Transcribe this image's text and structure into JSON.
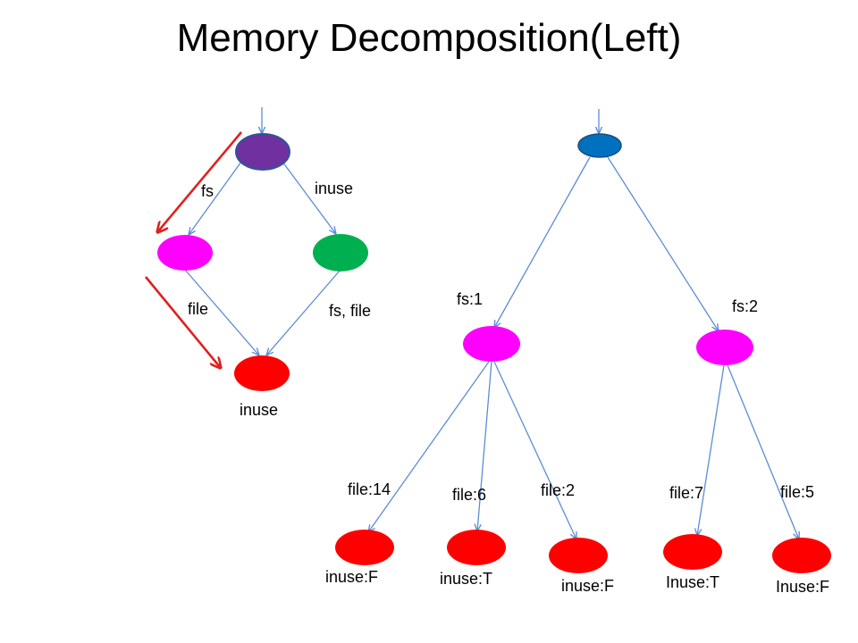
{
  "slide": {
    "title": "Memory Decomposition(Left)"
  },
  "left_graph": {
    "edge_labels": {
      "fs": "fs",
      "inuse": "inuse",
      "file": "file",
      "fs_file": "fs, file"
    },
    "bottom_node_label": "inuse",
    "colors": {
      "root": "#7030A0",
      "fs_node": "#FF00FF",
      "inuse_node": "#00B050",
      "bottom_node": "#FF0000",
      "arrow_highlight": "#E02020"
    }
  },
  "right_tree": {
    "level1_labels": [
      "fs:1",
      "fs:2"
    ],
    "leaf_edge_labels": [
      "file:14",
      "file:6",
      "file:2",
      "file:7",
      "file:5"
    ],
    "leaf_node_labels": [
      "inuse:F",
      "inuse:T",
      "inuse:F",
      "Inuse:T",
      "Inuse:F"
    ],
    "colors": {
      "root": "#0070C0",
      "mid_nodes": "#FF00FF",
      "leaves": "#FF0000",
      "edges": "#5B8DD6"
    }
  }
}
